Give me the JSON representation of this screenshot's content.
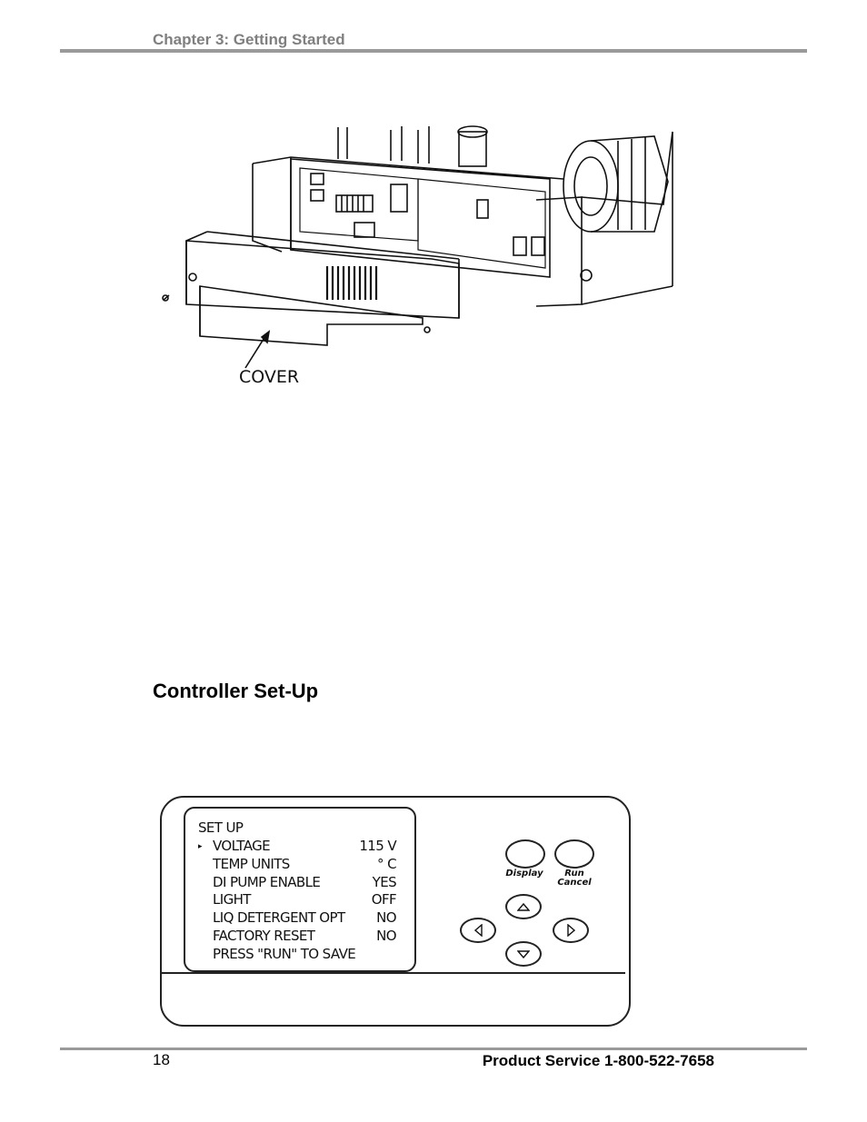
{
  "header": {
    "chapter": "Chapter 3: Getting Started"
  },
  "figure_cover": {
    "label": "COVER"
  },
  "section": {
    "heading": "Controller Set-Up"
  },
  "control_panel": {
    "lcd": {
      "title": "SET UP",
      "cursor_glyph": "▸",
      "rows": [
        {
          "label": "VOLTAGE",
          "value": "115 V"
        },
        {
          "label": "TEMP UNITS",
          "value": "° C"
        },
        {
          "label": "DI PUMP ENABLE",
          "value": "YES"
        },
        {
          "label": "LIGHT",
          "value": "OFF"
        },
        {
          "label": "LIQ DETERGENT OPT",
          "value": "NO"
        },
        {
          "label": "FACTORY RESET",
          "value": "NO"
        }
      ],
      "footer": "PRESS \"RUN\" TO SAVE"
    },
    "buttons": {
      "display_label": "Display",
      "run_label_line1": "Run",
      "run_label_line2": "Cancel"
    },
    "icons": [
      "up-arrow-icon",
      "down-arrow-icon",
      "left-arrow-icon",
      "right-arrow-icon"
    ]
  },
  "footer": {
    "page_number": "18",
    "service": "Product Service 1-800-522-7658"
  }
}
